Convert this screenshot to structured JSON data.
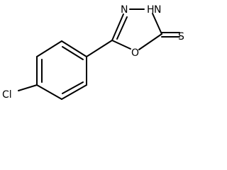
{
  "molecule": {
    "atoms": {
      "ring_n": "N",
      "ring_nh": "H",
      "ring_nh_n": "N",
      "ring_o": "O",
      "thione_s": "S",
      "substituent_cl": "Cl"
    }
  },
  "colors": {
    "bond": "#000000",
    "label": "#000000",
    "background": "#ffffff"
  }
}
